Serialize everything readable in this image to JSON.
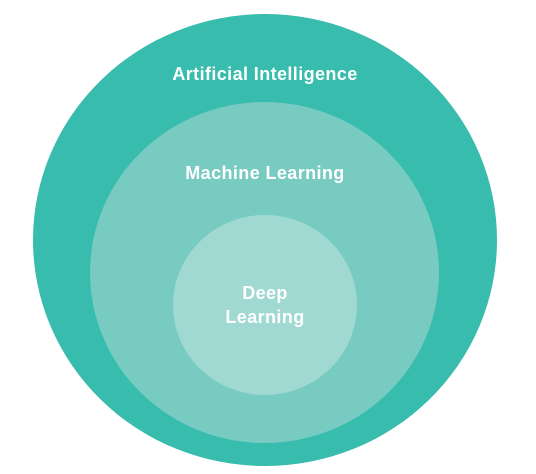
{
  "diagram": {
    "layers": [
      {
        "label": "Artificial Intelligence",
        "color": "#37bcad"
      },
      {
        "label": "Machine Learning",
        "color": "#78cbc0"
      },
      {
        "label_lines": [
          "Deep",
          "Learning"
        ],
        "color": "#a0d9d1"
      }
    ]
  }
}
